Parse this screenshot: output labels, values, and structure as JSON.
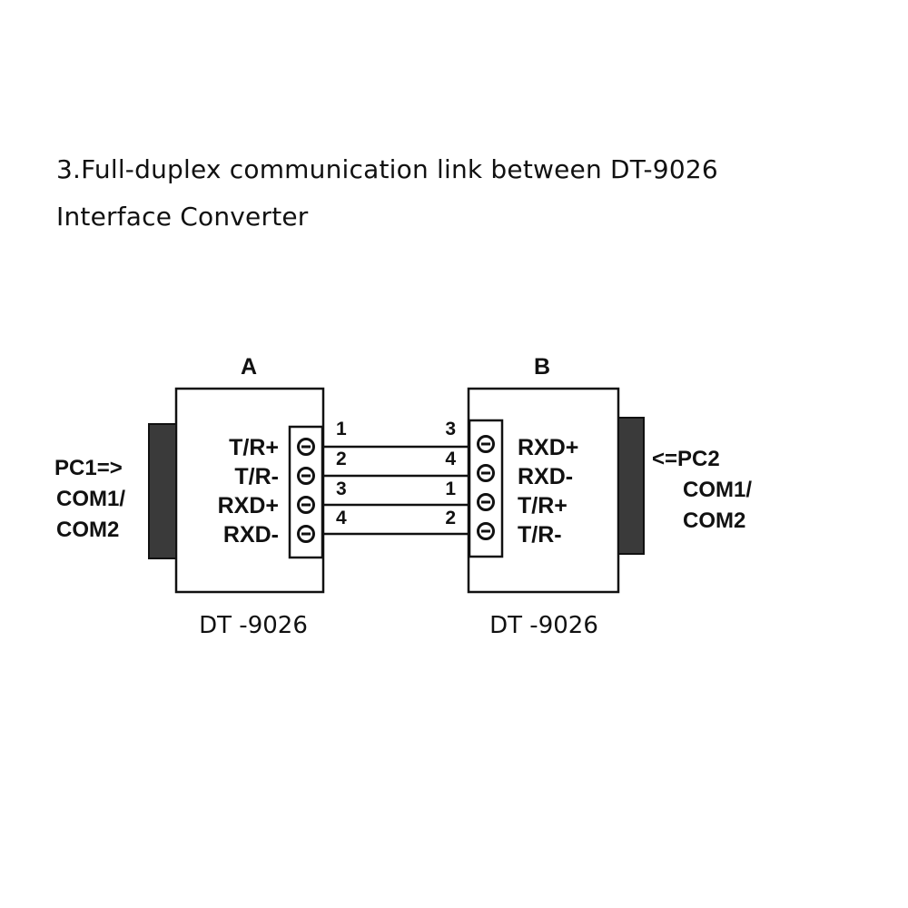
{
  "title": {
    "line1": "3.Full-duplex communication link between DT-9026",
    "line2": "Interface Converter"
  },
  "device_a": {
    "label": "A",
    "model": "DT -9026",
    "pins": [
      "T/R+",
      "T/R-",
      "RXD+",
      "RXD-"
    ],
    "wire_numbers": [
      "1",
      "2",
      "3",
      "4"
    ],
    "pc_label": [
      "PC1=>",
      "COM1/",
      "COM2"
    ]
  },
  "device_b": {
    "label": "B",
    "model": "DT -9026",
    "pins": [
      "RXD+",
      "RXD-",
      "T/R+",
      "T/R-"
    ],
    "wire_numbers": [
      "3",
      "4",
      "1",
      "2"
    ],
    "pc_label": [
      "<=PC2",
      "COM1/",
      "COM2"
    ]
  },
  "colors": {
    "line": "#111111",
    "connector_fill": "#3a3a3a"
  }
}
